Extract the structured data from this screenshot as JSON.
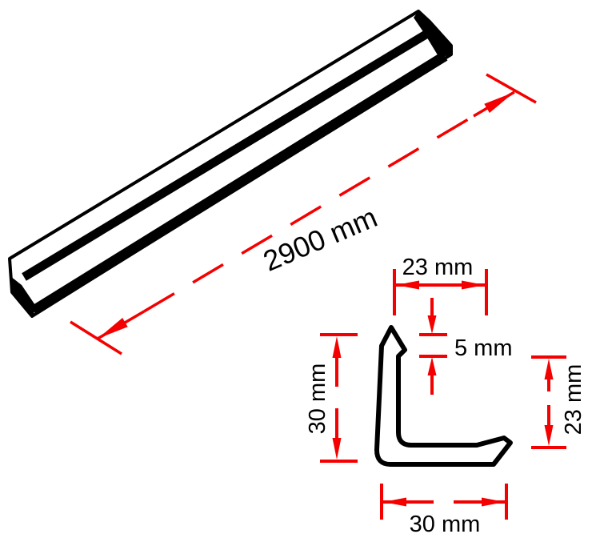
{
  "drawing": {
    "title": "L-angle profile technical drawing",
    "views": [
      "isometric-bar",
      "cross-section"
    ]
  },
  "colors": {
    "dimension_red": "#f40000",
    "outline_black": "#000000",
    "profile_fill": "#ffffff"
  },
  "dimensions": {
    "length": "2900 mm",
    "top_width": "23 mm",
    "hook_depth": "5 mm",
    "left_height": "30 mm",
    "right_height": "23 mm",
    "bottom_width": "30 mm"
  }
}
